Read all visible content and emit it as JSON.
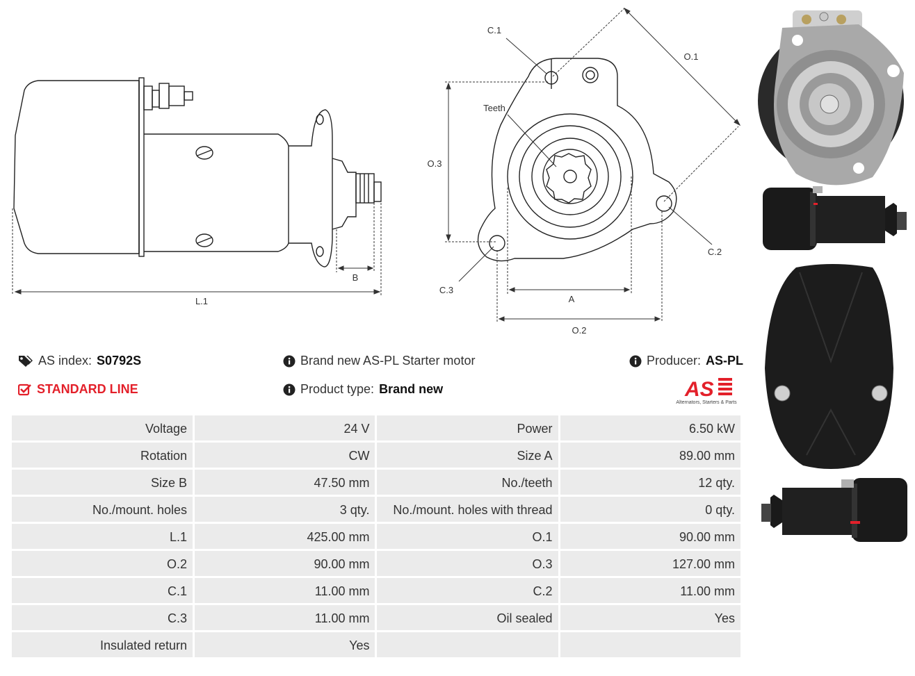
{
  "drawing_labels": {
    "l1": "L.1",
    "b": "B",
    "c1": "C.1",
    "c2": "C.2",
    "c3": "C.3",
    "o1": "O.1",
    "o2": "O.2",
    "o3": "O.3",
    "a": "A",
    "teeth": "Teeth"
  },
  "info": {
    "as_index_label": "AS index:",
    "as_index_value": "S0792S",
    "line": "STANDARD LINE",
    "description": "Brand new AS-PL Starter motor",
    "product_type_label": "Product type:",
    "product_type_value": "Brand new",
    "producer_label": "Producer:",
    "producer_value": "AS-PL"
  },
  "logo": {
    "mark": "AS",
    "tagline": "Alternators, Starters & Parts"
  },
  "icons": [
    "tags-icon",
    "checkbox-icon",
    "info-icon"
  ],
  "colors": {
    "accent_red": "#e3202a",
    "table_bg": "#ebebeb"
  },
  "specs": [
    [
      "Voltage",
      "24 V",
      "Power",
      "6.50 kW"
    ],
    [
      "Rotation",
      "CW",
      "Size A",
      "89.00 mm"
    ],
    [
      "Size B",
      "47.50 mm",
      "No./teeth",
      "12 qty."
    ],
    [
      "No./mount. holes",
      "3 qty.",
      "No./mount. holes with thread",
      "0 qty."
    ],
    [
      "L.1",
      "425.00 mm",
      "O.1",
      "90.00 mm"
    ],
    [
      "O.2",
      "90.00 mm",
      "O.3",
      "127.00 mm"
    ],
    [
      "C.1",
      "11.00 mm",
      "C.2",
      "11.00 mm"
    ],
    [
      "C.3",
      "11.00 mm",
      "Oil sealed",
      "Yes"
    ],
    [
      "Insulated return",
      "Yes",
      "",
      ""
    ]
  ]
}
